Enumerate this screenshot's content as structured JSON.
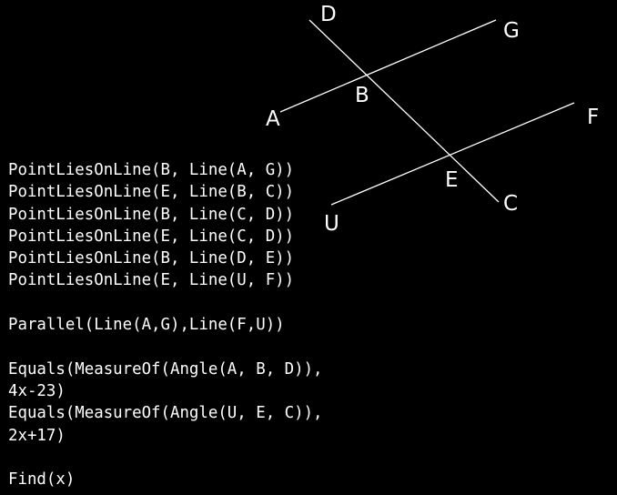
{
  "diagram": {
    "points": {
      "A": "A",
      "B": "B",
      "C": "C",
      "D": "D",
      "E": "E",
      "F": "F",
      "G": "G",
      "U": "U"
    }
  },
  "problem": {
    "lines": [
      "PointLiesOnLine(B, Line(A, G))",
      "PointLiesOnLine(E, Line(B, C))",
      "PointLiesOnLine(B, Line(C, D))",
      "PointLiesOnLine(E, Line(C, D))",
      "PointLiesOnLine(B, Line(D, E))",
      "PointLiesOnLine(E, Line(U, F))",
      "",
      "Parallel(Line(A,G),Line(F,U))",
      "",
      "Equals(MeasureOf(Angle(A, B, D)),",
      "4x-23)",
      "Equals(MeasureOf(Angle(U, E, C)),",
      "2x+17)",
      "",
      "Find(x)"
    ]
  }
}
